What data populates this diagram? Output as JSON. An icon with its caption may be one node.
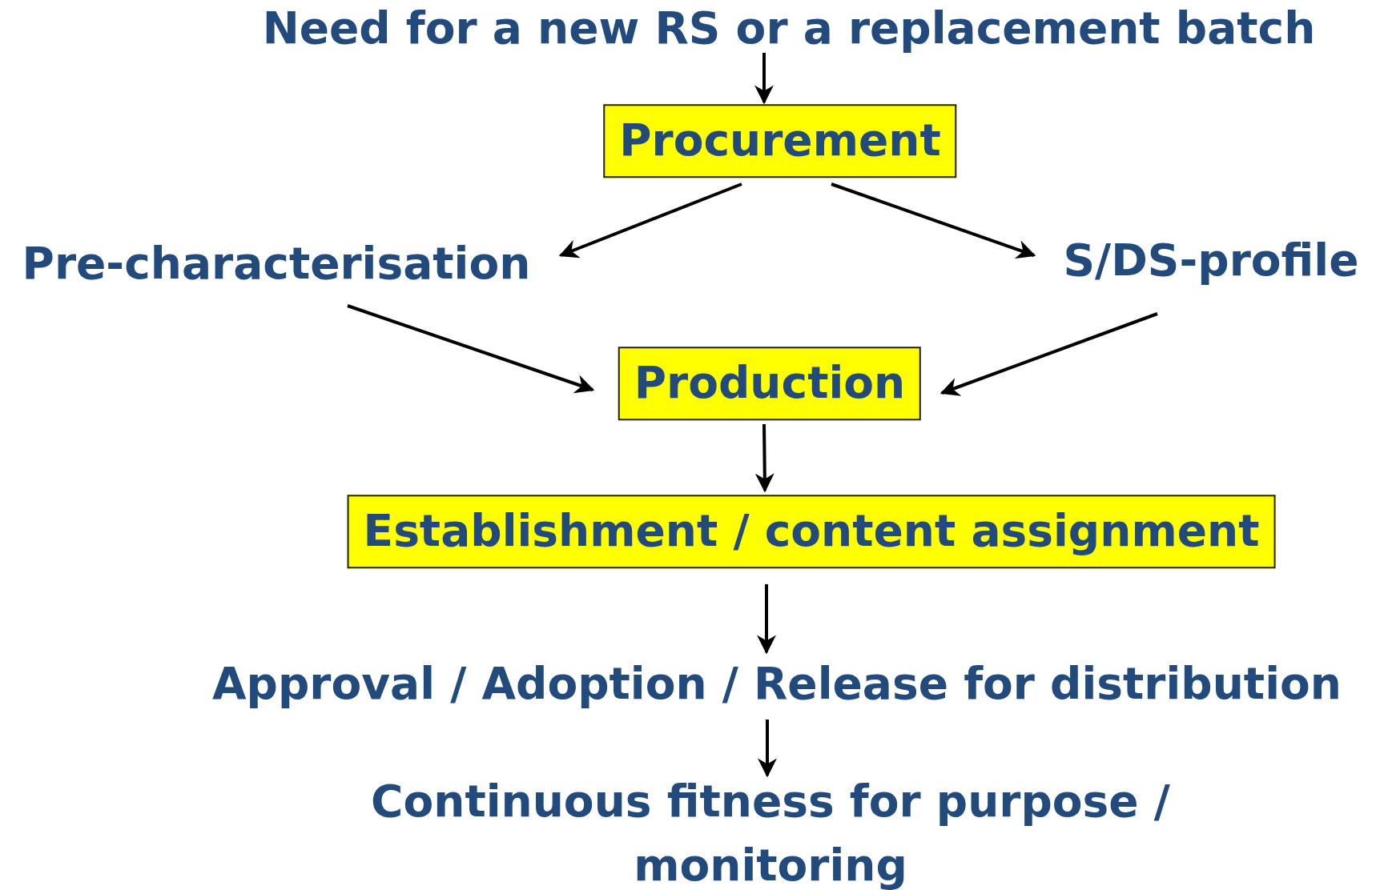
{
  "diagram": {
    "nodes": [
      {
        "text": [
          "Need for a new RS or a replacement batch"
        ]
      },
      {
        "text": [
          "Procurement"
        ]
      },
      {
        "text": [
          "Pre-characterisation"
        ]
      },
      {
        "text": [
          "S/DS-profile"
        ]
      },
      {
        "text": [
          "Production"
        ]
      },
      {
        "text": [
          "Establishment / content assignment"
        ]
      },
      {
        "text": [
          "Approval / Adoption / Release for distribution"
        ]
      },
      {
        "text": [
          "Continuous fitness for purpose / monitoring"
        ]
      }
    ],
    "edges": [
      {
        "from": 0,
        "to": 1,
        "arrow": "to"
      },
      {
        "from": 1,
        "to": 2,
        "arrow": "to"
      },
      {
        "from": 1,
        "to": 3,
        "arrow": "to"
      },
      {
        "from": 2,
        "to": 4,
        "arrow": "to"
      },
      {
        "from": 3,
        "to": 4,
        "arrow": "to"
      },
      {
        "from": 4,
        "to": 5,
        "arrow": "to"
      },
      {
        "from": 5,
        "to": 6,
        "arrow": "to"
      },
      {
        "from": 6,
        "to": 7,
        "arrow": "to"
      }
    ]
  }
}
